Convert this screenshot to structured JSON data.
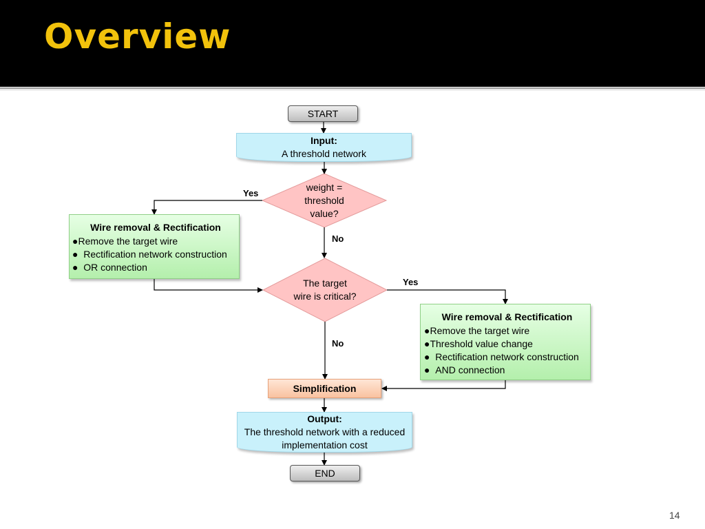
{
  "slide": {
    "title": "Overview",
    "page_number": "14",
    "accent_color": "#f2c20c"
  },
  "flow": {
    "start": "START",
    "end": "END",
    "input": {
      "heading": "Input:",
      "text": "A threshold network"
    },
    "decision1": {
      "lines": [
        "weight =",
        "threshold",
        "value?"
      ]
    },
    "decision2": {
      "lines": [
        "The target",
        "wire is critical?"
      ]
    },
    "labels": {
      "yes1": "Yes",
      "no1": "No",
      "yes2": "Yes",
      "no2": "No"
    },
    "left_process": {
      "title": "Wire removal & Rectification",
      "items": [
        "Remove the target wire",
        "Rectification network construction",
        "OR connection"
      ]
    },
    "right_process": {
      "title": "Wire removal & Rectification",
      "items": [
        "Remove the target wire",
        "Threshold value change",
        "Rectification network construction",
        "AND connection"
      ]
    },
    "simplification": "Simplification",
    "output": {
      "heading": "Output:",
      "lines": [
        "The threshold network with a reduced",
        "implementation cost"
      ]
    }
  }
}
